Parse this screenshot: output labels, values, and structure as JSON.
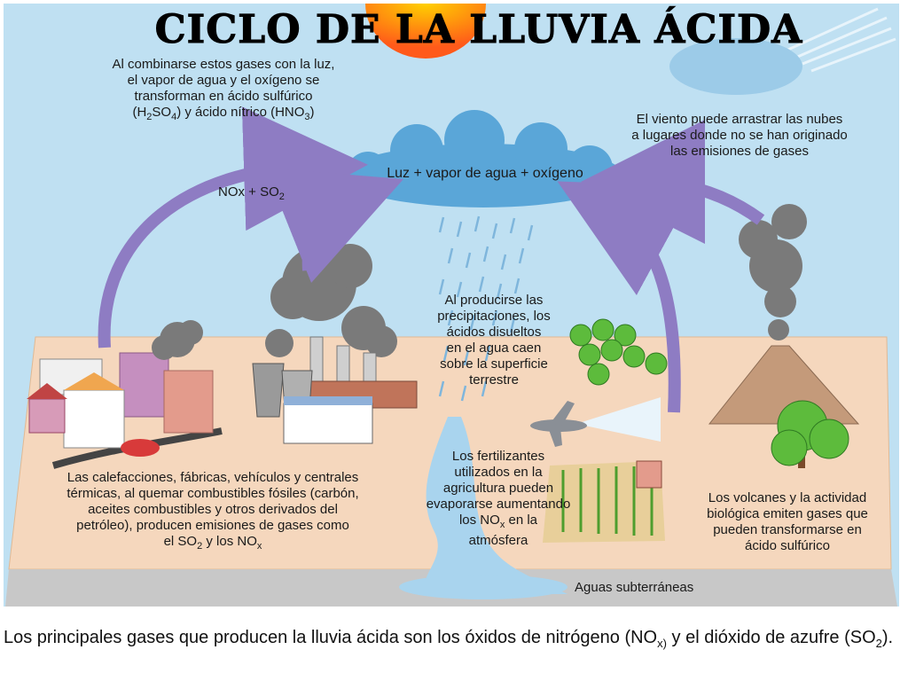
{
  "title": "CICLO DE LA LLUVIA ÁCIDA",
  "labels": {
    "gases_light": {
      "l1": "Al combinarse estos gases con la luz,",
      "l2": "el vapor de agua y el oxígeno se",
      "l3": "transforman en ácido sulfúrico",
      "l4a": "(H",
      "l4s1": "2",
      "l4b": "SO",
      "l4s2": "4",
      "l4c": ") y ácido nítrico (HNO",
      "l4s3": "3",
      "l4d": ")"
    },
    "nox_so2": {
      "a": "NOx + SO",
      "s": "2"
    },
    "cloud": "Luz + vapor de agua + oxígeno",
    "wind": {
      "l1": "El viento puede arrastrar las nubes",
      "l2": "a lugares donde no se han originado",
      "l3": "las emisiones de gases"
    },
    "precip": {
      "l1": "Al producirse las",
      "l2": "precipitaciones, los",
      "l3": "ácidos disueltos",
      "l4": "en el agua caen",
      "l5": "sobre la superficie",
      "l6": "terrestre"
    },
    "fertilizers": {
      "l1": "Los fertilizantes",
      "l2": "utilizados en la",
      "l3": "agricultura pueden",
      "l4": "evaporarse aumentando",
      "l5a": "los NO",
      "l5s": "x",
      "l5b": " en la",
      "l6": "atmósfera"
    },
    "sources": {
      "l1": "Las calefacciones, fábricas, vehículos y centrales",
      "l2": "térmicas, al quemar combustibles fósiles (carbón,",
      "l3": "aceites combustibles y otros derivados del",
      "l4": "petróleo), producen emisiones de gases como",
      "l5a": "el SO",
      "l5s1": "2",
      "l5b": " y los NO",
      "l5s2": "x"
    },
    "volcanoes": {
      "l1": "Los volcanes y la actividad",
      "l2": "biológica emiten gases que",
      "l3": "pueden transformarse en",
      "l4": "ácido sulfúrico"
    },
    "groundwater": "Aguas subterráneas"
  },
  "caption": {
    "a": "Los principales gases que producen la lluvia ácida son los óxidos de nitrógeno (NO",
    "s1": "x)",
    "b": " y el dióxido de azufre (SO",
    "s2": "2",
    "c": ")."
  },
  "colors": {
    "sky": "#bfe0f2",
    "ground": "#f5d7bd",
    "ground_edge": "#c8c8c8",
    "arrow": "#8e7cc3",
    "cloud": "#5aa6d8",
    "water": "#a9d4ee",
    "smoke": "#7a7a7a"
  }
}
